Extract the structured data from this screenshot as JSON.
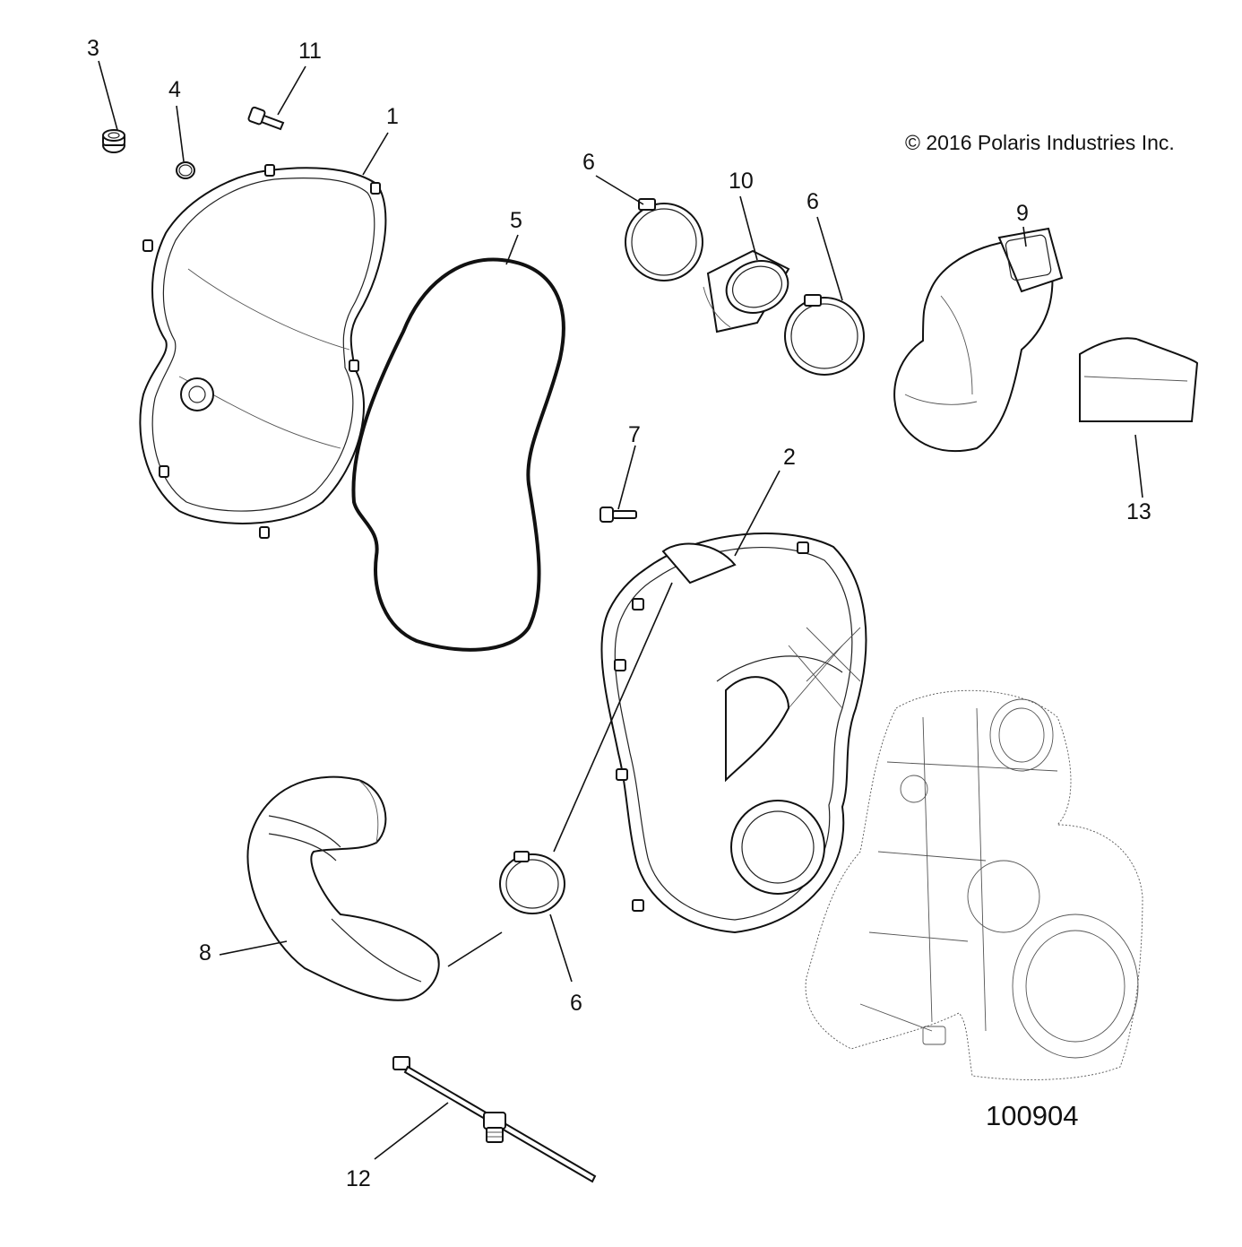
{
  "copyright": "© 2016 Polaris Industries Inc.",
  "figure_id": "100904",
  "callouts": [
    {
      "id": "3",
      "text": "3",
      "part": "plug"
    },
    {
      "id": "4",
      "text": "4",
      "part": "o-ring"
    },
    {
      "id": "11",
      "text": "11",
      "part": "bolt"
    },
    {
      "id": "1",
      "text": "1",
      "part": "outer-clutch-cover"
    },
    {
      "id": "5",
      "text": "5",
      "part": "cover-seal"
    },
    {
      "id": "6a",
      "text": "6",
      "part": "clamp"
    },
    {
      "id": "10",
      "text": "10",
      "part": "coupler"
    },
    {
      "id": "6b",
      "text": "6",
      "part": "clamp"
    },
    {
      "id": "9",
      "text": "9",
      "part": "duct-elbow"
    },
    {
      "id": "13",
      "text": "13",
      "part": "duct-cover"
    },
    {
      "id": "7",
      "text": "7",
      "part": "bolt"
    },
    {
      "id": "2",
      "text": "2",
      "part": "inner-clutch-cover"
    },
    {
      "id": "8",
      "text": "8",
      "part": "duct-hose"
    },
    {
      "id": "6c",
      "text": "6",
      "part": "clamp"
    },
    {
      "id": "12",
      "text": "12",
      "part": "cable-tie"
    }
  ]
}
